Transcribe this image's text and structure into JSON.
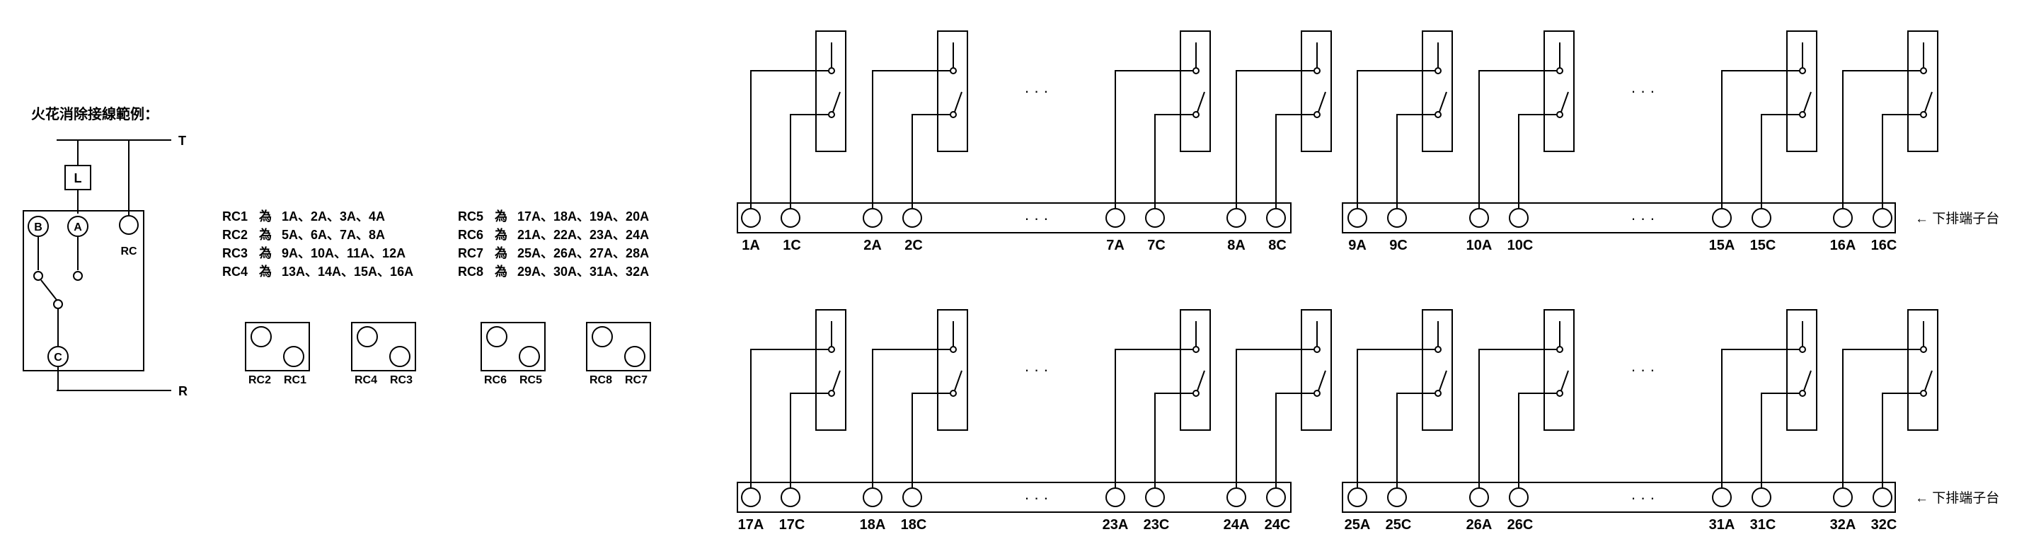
{
  "title": "火花消除接線範例：",
  "line_labels": {
    "top": "T",
    "bottom": "R"
  },
  "load_label": "L",
  "relay_contacts": {
    "b": "B",
    "a": "A",
    "c": "C",
    "rc": "RC"
  },
  "rc_mapping": [
    {
      "name": "RC1",
      "word": "為",
      "terms": "1A、2A、3A、4A"
    },
    {
      "name": "RC2",
      "word": "為",
      "terms": "5A、6A、7A、8A"
    },
    {
      "name": "RC3",
      "word": "為",
      "terms": "9A、10A、11A、12A"
    },
    {
      "name": "RC4",
      "word": "為",
      "terms": "13A、14A、15A、16A"
    },
    {
      "name": "RC5",
      "word": "為",
      "terms": "17A、18A、19A、20A"
    },
    {
      "name": "RC6",
      "word": "為",
      "terms": "21A、22A、23A、24A"
    },
    {
      "name": "RC7",
      "word": "為",
      "terms": "25A、26A、27A、28A"
    },
    {
      "name": "RC8",
      "word": "為",
      "terms": "29A、30A、31A、32A"
    }
  ],
  "rc_connectors": [
    {
      "left": "RC2",
      "right": "RC1"
    },
    {
      "left": "RC4",
      "right": "RC3"
    },
    {
      "left": "RC6",
      "right": "RC5"
    },
    {
      "left": "RC8",
      "right": "RC7"
    }
  ],
  "ellipsis": "· · ·",
  "terminal_board_label": "← 下排端子台",
  "rows": [
    {
      "groups": [
        {
          "relays": [
            [
              "1A",
              "1C"
            ],
            [
              "2A",
              "2C"
            ],
            [
              "7A",
              "7C"
            ],
            [
              "8A",
              "8C"
            ]
          ]
        },
        {
          "relays": [
            [
              "9A",
              "9C"
            ],
            [
              "10A",
              "10C"
            ],
            [
              "15A",
              "15C"
            ],
            [
              "16A",
              "16C"
            ]
          ]
        }
      ]
    },
    {
      "groups": [
        {
          "relays": [
            [
              "17A",
              "17C"
            ],
            [
              "18A",
              "18C"
            ],
            [
              "23A",
              "23C"
            ],
            [
              "24A",
              "24C"
            ]
          ]
        },
        {
          "relays": [
            [
              "25A",
              "25C"
            ],
            [
              "26A",
              "26C"
            ],
            [
              "31A",
              "31C"
            ],
            [
              "32A",
              "32C"
            ]
          ]
        }
      ]
    }
  ]
}
